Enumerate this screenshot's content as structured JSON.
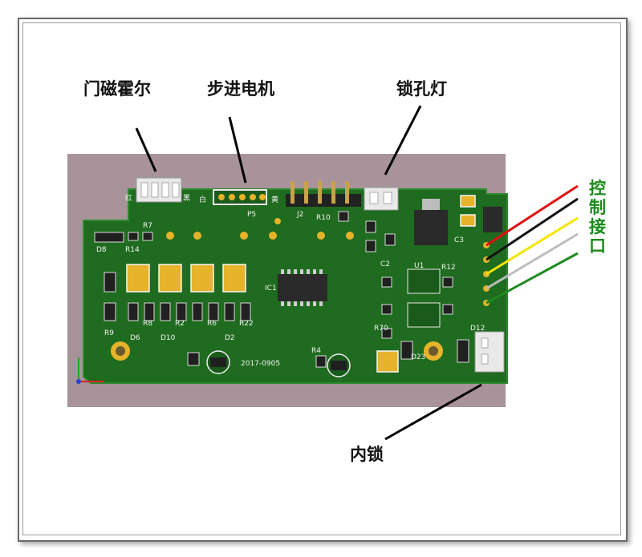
{
  "labels": {
    "door_hall": "门磁霍尔",
    "stepper": "步进电机",
    "keyhole_light": "锁孔灯",
    "inner_lock": "内锁",
    "control_interface": [
      "控",
      "制",
      "接",
      "口"
    ]
  },
  "silkscreen": {
    "date": "2017-0905",
    "p5": "P5",
    "j2": "J2",
    "c3": "C3",
    "c2": "C2",
    "r7": "R7",
    "r14": "R14",
    "r8": "R8",
    "r9": "R9",
    "r2": "R2",
    "r6": "R6",
    "r22": "R22",
    "r10": "R10",
    "r12": "R12",
    "r70": "R70",
    "r4": "R4",
    "d8": "D8",
    "d2": "D2",
    "d6": "D6",
    "d10": "D10",
    "d12": "D12",
    "d23": "D23",
    "u1": "U1",
    "ic1": "IC1",
    "wire_left_1": "红",
    "wire_left_2": "黑",
    "wire_mid_1": "白",
    "wire_mid_2": "黄"
  },
  "colors": {
    "board_bg": "#a8939a",
    "pcb_green": "#1f6b1f",
    "pcb_dark": "#165516",
    "pad_gold": "#e6b32a",
    "wire_red": "#e01010",
    "wire_black": "#111111",
    "wire_yellow": "#f2e600",
    "wire_gray": "#bdbdbd",
    "wire_green": "#1f8a1f",
    "label_green": "#1a8a1a",
    "label_black": "#111111"
  }
}
